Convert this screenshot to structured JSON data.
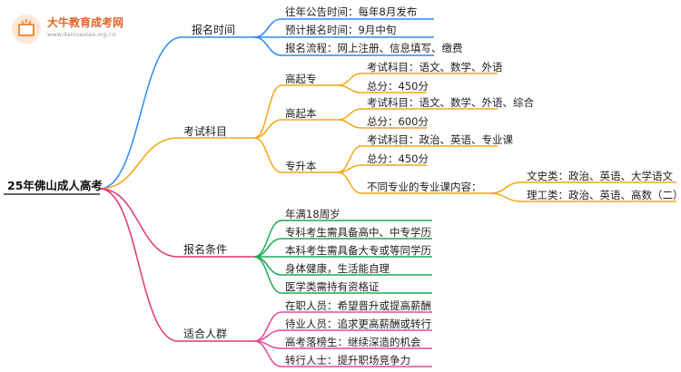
{
  "logo": {
    "name": "大牛教育成考网",
    "url": "www.daniuexiao.org.cn"
  },
  "root": "25年佛山成人高考",
  "colors": {
    "blue": "#2a8cf0",
    "gold": "#f3a712",
    "magenta": "#e0356e",
    "green": "#1aaa55",
    "pink": "#e8489a"
  },
  "branches": [
    {
      "label": "报名时间",
      "items": [
        "往年公告时间：每年8月发布",
        "预计报名时间：9月中旬",
        "报名流程：网上注册、信息填写、缴费"
      ]
    },
    {
      "label": "考试科目",
      "groups": [
        {
          "label": "高起专",
          "items": [
            "考试科目：语文、数学、外语",
            "总分：450分"
          ]
        },
        {
          "label": "高起本",
          "items": [
            "考试科目：语文、数学、外语、综合",
            "总分：600分"
          ]
        },
        {
          "label": "专升本",
          "items": [
            "考试科目：政治、英语、专业课",
            "总分：450分"
          ],
          "extra": {
            "label": "不同专业的专业课内容：",
            "items": [
              "文史类：政治、英语、大学语文",
              "理工类：政治、英语、高数（二）"
            ]
          }
        }
      ]
    },
    {
      "label": "报名条件",
      "items": [
        "年满18周岁",
        "专科考生需具备高中、中专学历",
        "本科考生需具备大专或等同学历",
        "身体健康，生活能自理",
        "医学类需持有资格证"
      ]
    },
    {
      "label": "适合人群",
      "items": [
        "在职人员：希望晋升或提高薪酬",
        "待业人员：追求更高薪酬或转行",
        "高考落榜生：继续深造的机会",
        "转行人士：提升职场竞争力"
      ]
    }
  ]
}
